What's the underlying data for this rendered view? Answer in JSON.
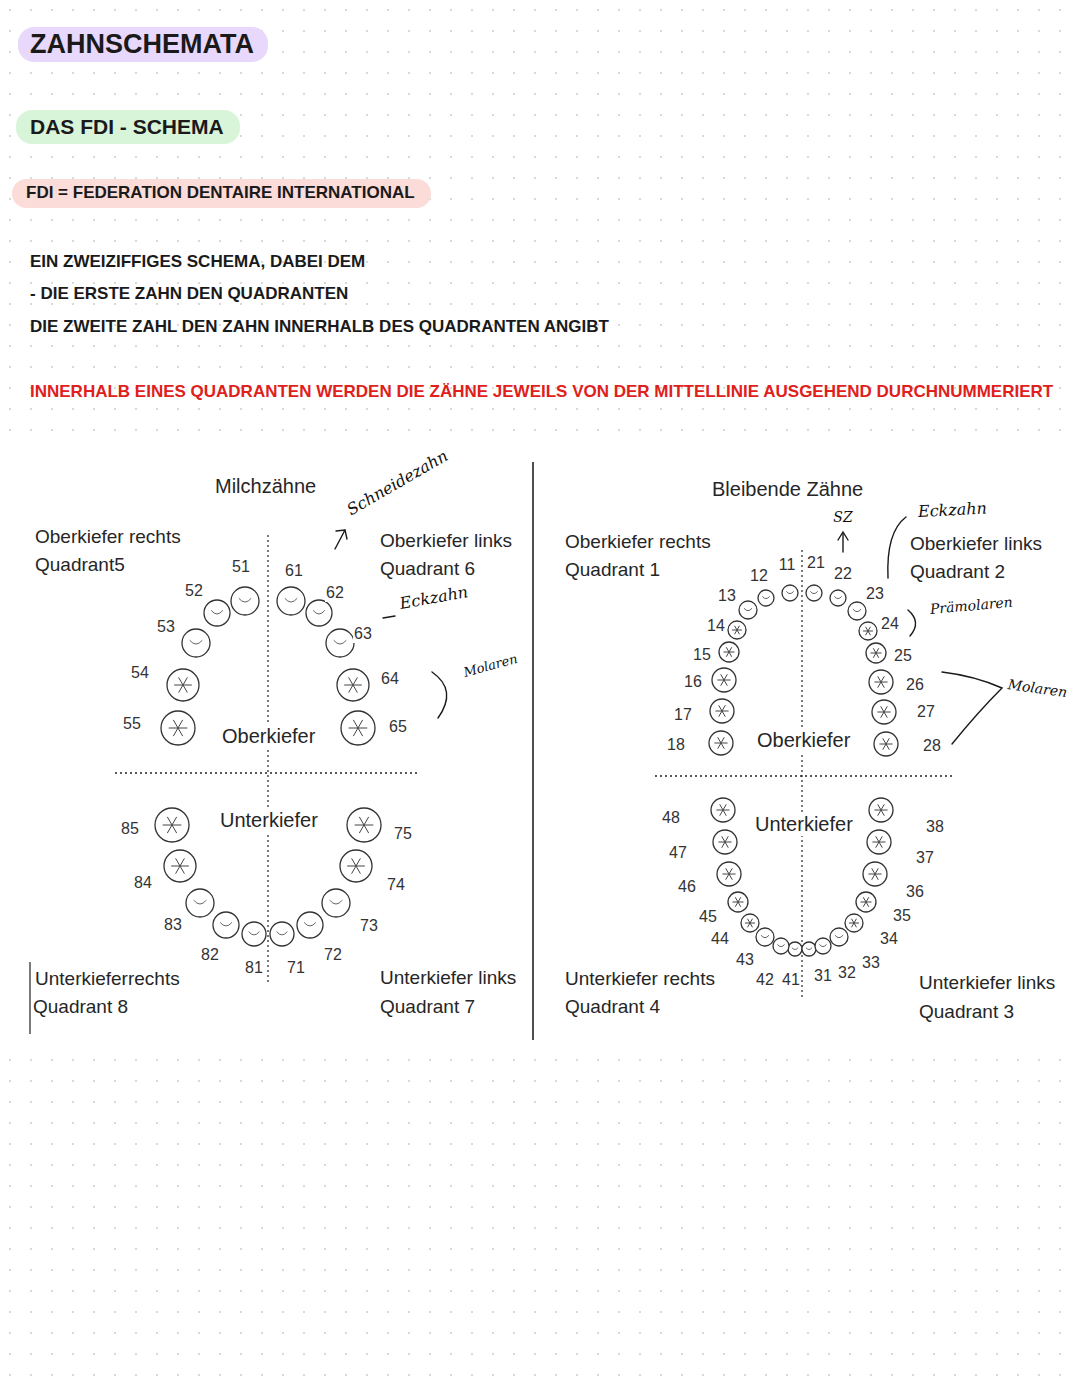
{
  "diagram": {
    "title": "ZAHNSCHEMATA",
    "nodes": [
      {
        "text": [
          "DAS FDI - SCHEMA"
        ]
      },
      {
        "text": [
          "FDI = FEDERATION DENTAIRE INTERNATIONAL"
        ]
      }
    ],
    "labels": [
      "EIN ZWEIZIFFIGES SCHEMA, DABEI DEM",
      "- DIE ERSTE ZAHN DEN QUADRANTEN",
      "DIE ZWEITE ZAHL DEN ZAHN INNERHALB DES QUADRANTEN ANGIBT",
      "INNERHALB EINES QUADRANTEN WERDEN DIE ZÄHNE JEWEILS VON DER MITTELLINIE AUSGEHEND DURCHNUMMERIERT",
      "Milchzähne",
      "Oberkiefer rechts",
      "Quadrant5",
      "Oberkiefer links",
      "Quadrant 6",
      "Oberkiefer",
      "Unterkiefer",
      "Unterkieferrechts",
      "Quadrant 8",
      "Unterkiefer links",
      "Quadrant 7",
      "Schneidezahn",
      "Eckzahn",
      "Molaren",
      "Bleibende Zähne",
      "Oberkiefer rechts",
      "Quadrant 1",
      "Oberkiefer links",
      "Quadrant 2",
      "Oberkiefer",
      "Unterkiefer",
      "Unterkiefer rechts",
      "Quadrant 4",
      "Unterkiefer links",
      "Quadrant 3",
      "SZ",
      "Eckzahn",
      "Prämolaren",
      "Molaren",
      "51",
      "52",
      "53",
      "54",
      "55",
      "61",
      "62",
      "63",
      "64",
      "65",
      "71",
      "72",
      "73",
      "74",
      "75",
      "81",
      "82",
      "83",
      "84",
      "85",
      "11",
      "12",
      "13",
      "14",
      "15",
      "16",
      "17",
      "18",
      "21",
      "22",
      "23",
      "24",
      "25",
      "26",
      "27",
      "28",
      "31",
      "32",
      "33",
      "34",
      "35",
      "36",
      "37",
      "38",
      "41",
      "42",
      "43",
      "44",
      "45",
      "46",
      "47",
      "48"
    ]
  }
}
